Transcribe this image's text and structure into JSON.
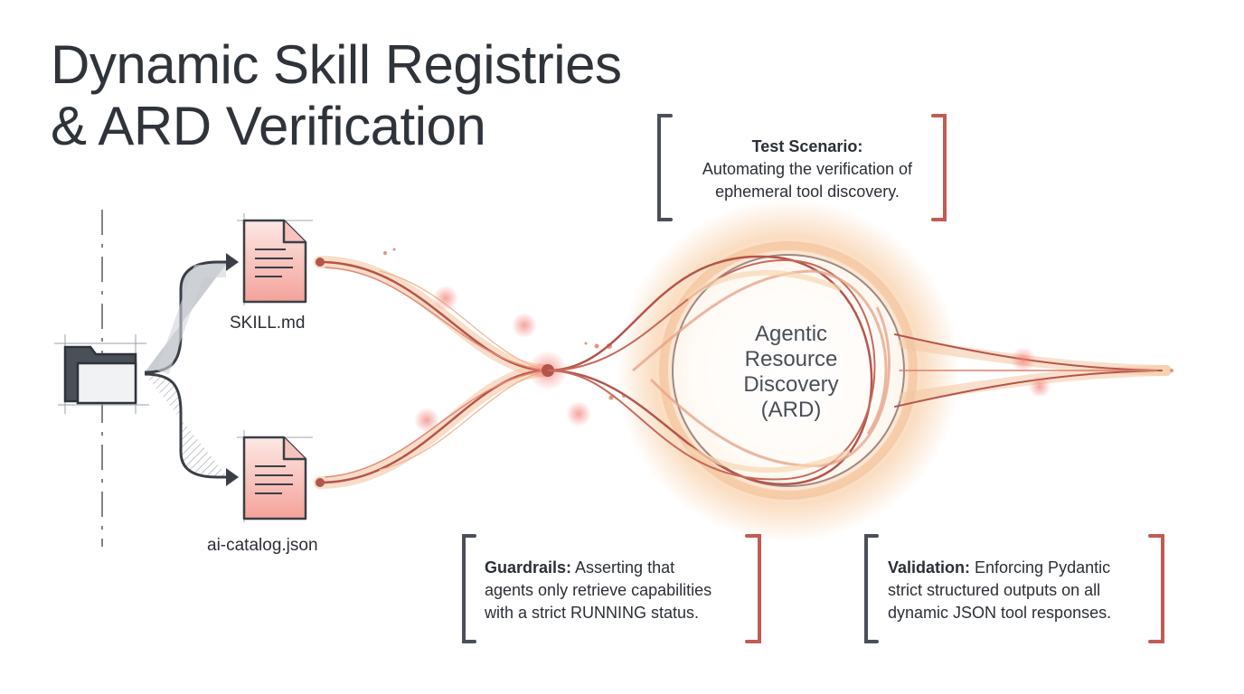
{
  "title": {
    "line1": "Dynamic Skill Registries",
    "line2": "& ARD Verification"
  },
  "files": {
    "top": "SKILL.md",
    "bottom": "ai-catalog.json"
  },
  "center": {
    "line1": "Agentic",
    "line2": "Resource",
    "line3": "Discovery",
    "line4": "(ARD)"
  },
  "callouts": {
    "test": {
      "heading": "Test Scenario:",
      "line1": "Automating the verification of",
      "line2": "ephemeral tool discovery."
    },
    "guardrails": {
      "heading": "Guardrails:",
      "line1_rest": " Asserting that",
      "line2": "agents only retrieve capabilities",
      "line3": "with a strict RUNNING status."
    },
    "validation": {
      "heading": "Validation:",
      "line1_rest": " Enforcing Pydantic",
      "line2": "strict structured outputs on all",
      "line3": "dynamic JSON tool responses."
    }
  },
  "icons": {
    "source": "folder-icon",
    "top_file": "document-icon",
    "bottom_file": "document-icon"
  },
  "colors": {
    "accent": "#e06a5c",
    "glow": "#f6c9a0",
    "ink": "#3a3f47"
  }
}
